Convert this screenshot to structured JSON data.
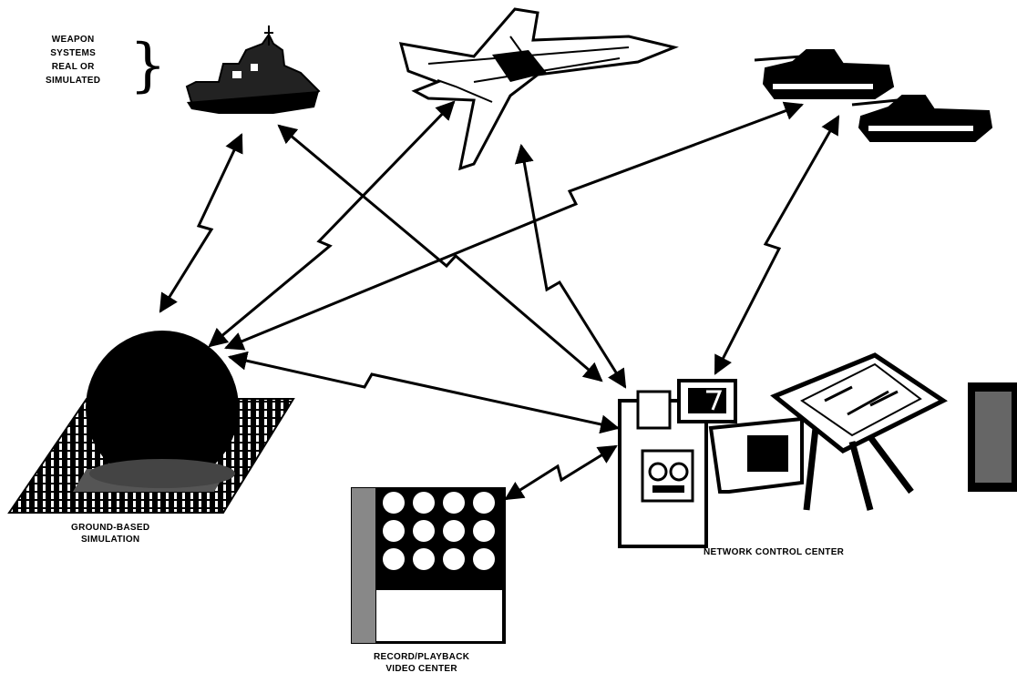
{
  "labels": {
    "weapon_systems": [
      "WEAPON",
      "SYSTEMS",
      "REAL OR",
      "SIMULATED"
    ],
    "ground_based": [
      "GROUND-BASED",
      "SIMULATION"
    ],
    "network_control": "NETWORK CONTROL CENTER",
    "video_center": [
      "RECORD/PLAYBACK",
      "VIDEO CENTER"
    ]
  },
  "icons": {
    "ship": "ship-icon",
    "aircraft": "fighter-jet-icon",
    "tanks": "tank-icon",
    "dome": "simulation-dome-icon",
    "control_center": "control-console-icon",
    "video_wall": "video-monitor-wall-icon"
  },
  "colors": {
    "ink": "#000000",
    "background": "#ffffff"
  }
}
